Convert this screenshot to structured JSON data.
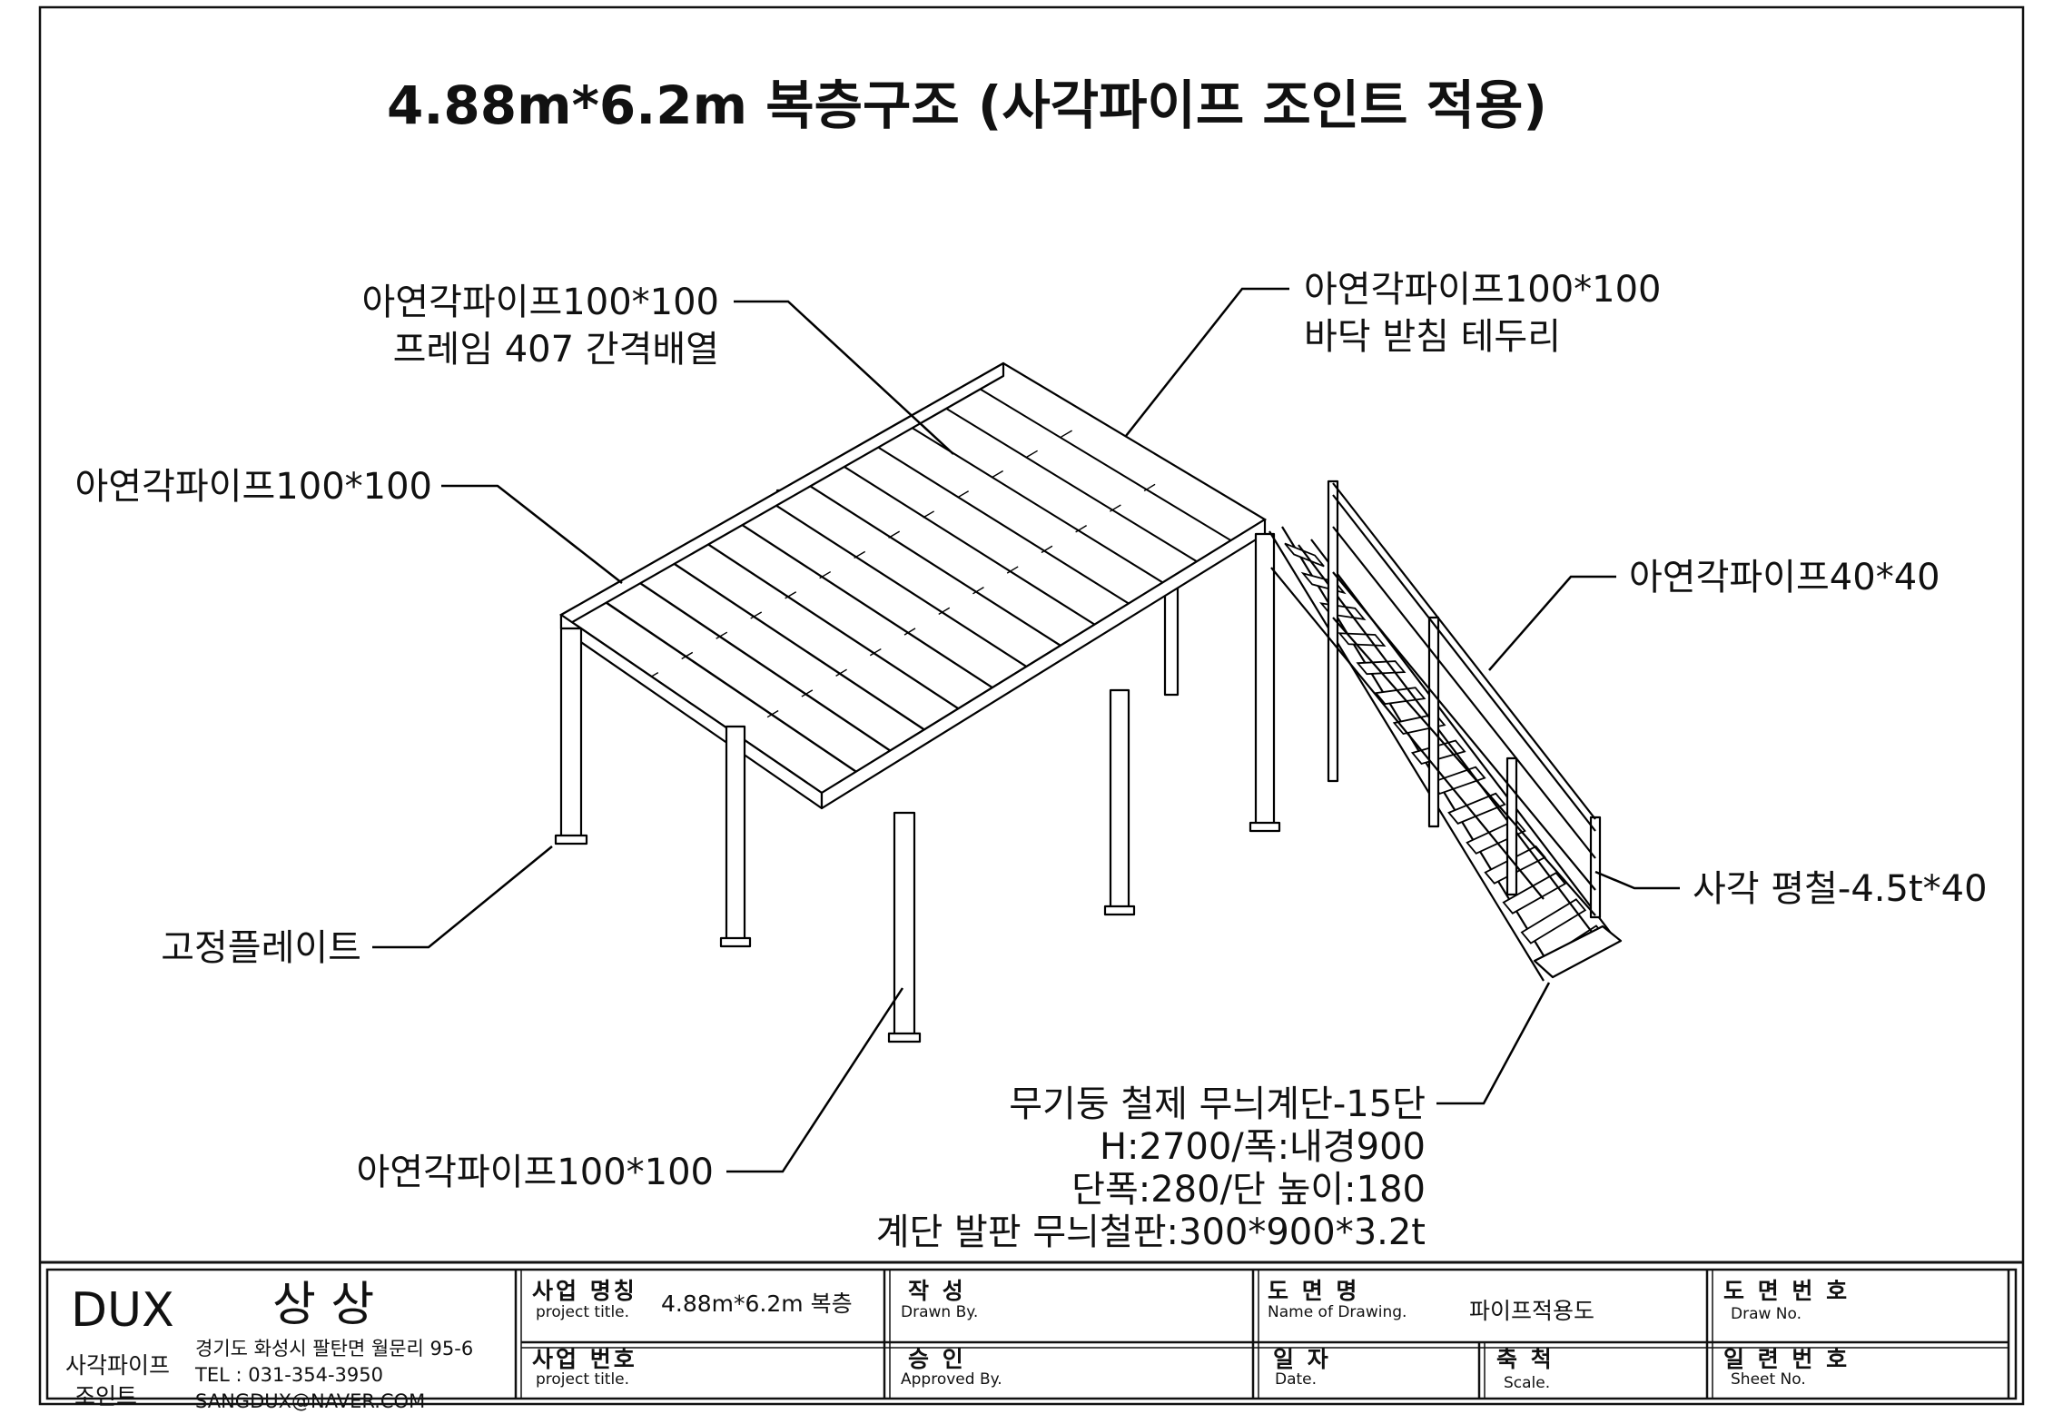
{
  "title": "4.88m*6.2m 복층구조 (사각파이프 조인트 적용)",
  "labels": {
    "joist_frame_1": "아연각파이프100*100",
    "joist_frame_2": "프레임 407 간격배열",
    "floor_edge_1": "아연각파이프100*100",
    "floor_edge_2": "바닥 받침 테두리",
    "left_beam": "아연각파이프100*100",
    "handrail": "아연각파이프40*40",
    "flat_bar": "사각 평철-4.5t*40",
    "fixing_plate": "고정플레이트",
    "column": "아연각파이프100*100",
    "stair_1": "무기둥 철제 무늬계단-15단",
    "stair_2": "H:2700/폭:내경900",
    "stair_3": "단폭:280/단 높이:180",
    "stair_4": "계단 발판 무늬철판:300*900*3.2t"
  },
  "title_block": {
    "company": "DUX",
    "company_kr": "상 상",
    "brand_1": "사각파이프",
    "brand_2": "조인트",
    "address": "경기도 화성시 팔탄면 월문리 95-6",
    "tel": "TEL : 031-354-3950",
    "email": "SANGDUX@NAVER.COM",
    "project_name_kr": "사업 명칭",
    "project_name_en": "project title.",
    "project_name_val": "4.88m*6.2m 복층",
    "project_no_kr": "사업 번호",
    "project_no_en": "project title.",
    "drawn_kr": "작  성",
    "drawn_en": "Drawn By.",
    "approved_kr": "승  인",
    "approved_en": "Approved By.",
    "drawing_name_kr": "도 면 명",
    "drawing_name_en": "Name of Drawing.",
    "drawing_name_val": "파이프적용도",
    "date_kr": "일 자",
    "date_en": "Date.",
    "scale_kr": "축 척",
    "scale_en": "Scale.",
    "draw_no_kr": "도 면 번 호",
    "draw_no_en": "Draw No.",
    "sheet_no_kr": "일 련 번 호",
    "sheet_no_en": "Sheet No."
  }
}
